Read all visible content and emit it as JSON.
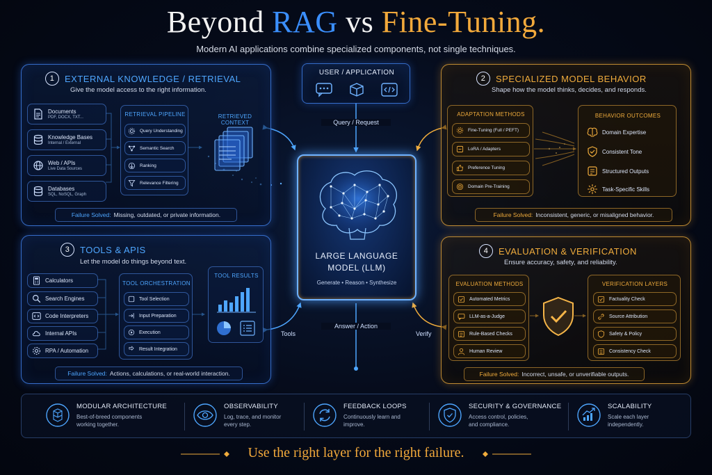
{
  "header": {
    "title_part1": "Beyond ",
    "title_rag": "RAG",
    "title_vs": " vs ",
    "title_ft": "Fine-Tuning.",
    "subtitle": "Modern AI applications combine specialized components, not single techniques."
  },
  "user_app": {
    "title": "USER / APPLICATION",
    "icons": [
      "chat-icon",
      "cube-icon",
      "code-icon"
    ]
  },
  "flows": {
    "query": "Query / Request",
    "answer": "Answer / Action",
    "tools": "Tools",
    "verify": "Verify"
  },
  "llm": {
    "title_line1": "LARGE LANGUAGE",
    "title_line2": "MODEL (LLM)",
    "tagline": "Generate • Reason • Synthesize"
  },
  "panel1": {
    "number": "1",
    "title": "EXTERNAL KNOWLEDGE / RETRIEVAL",
    "desc": "Give the model access to the right information.",
    "sources": [
      {
        "label": "Documents",
        "sub": "PDF, DOCX, TXT...",
        "icon": "document-icon"
      },
      {
        "label": "Knowledge Bases",
        "sub": "Internal / External",
        "icon": "database-icon"
      },
      {
        "label": "Web / APIs",
        "sub": "Live Data Sources",
        "icon": "globe-icon"
      },
      {
        "label": "Databases",
        "sub": "SQL, NoSQL, Graph",
        "icon": "database-icon"
      }
    ],
    "pipeline_title": "RETRIEVAL PIPELINE",
    "pipeline": [
      {
        "label": "Query Understanding",
        "icon": "gear-icon"
      },
      {
        "label": "Semantic Search",
        "icon": "network-icon"
      },
      {
        "label": "Ranking",
        "icon": "ranking-icon"
      },
      {
        "label": "Relevance Filtering",
        "icon": "filter-icon"
      }
    ],
    "context_title": "RETRIEVED CONTEXT",
    "failure_label": "Failure Solved:",
    "failure_text": "Missing, outdated, or private information."
  },
  "panel2": {
    "number": "2",
    "title": "SPECIALIZED MODEL BEHAVIOR",
    "desc": "Shape how the model thinks, decides, and responds.",
    "methods_title": "ADAPTATION METHODS",
    "methods": [
      {
        "label": "Fine-Tuning (Full / PEFT)",
        "icon": "gear-icon"
      },
      {
        "label": "LoRA / Adapters",
        "icon": "adapter-icon"
      },
      {
        "label": "Preference Tuning",
        "icon": "thumb-icon"
      },
      {
        "label": "Domain Pre-Training",
        "icon": "target-icon"
      }
    ],
    "outcomes_title": "BEHAVIOR OUTCOMES",
    "outcomes": [
      {
        "label": "Domain Expertise",
        "icon": "brain-icon"
      },
      {
        "label": "Consistent Tone",
        "icon": "shield-icon"
      },
      {
        "label": "Structured Outputs",
        "icon": "structure-icon"
      },
      {
        "label": "Task-Specific Skills",
        "icon": "skills-icon"
      }
    ],
    "failure_label": "Failure Solved:",
    "failure_text": "Inconsistent, generic, or misaligned behavior."
  },
  "panel3": {
    "number": "3",
    "title": "TOOLS & APIS",
    "desc": "Let the model do things beyond text.",
    "tools": [
      {
        "label": "Calculators",
        "icon": "calculator-icon"
      },
      {
        "label": "Search Engines",
        "icon": "search-icon"
      },
      {
        "label": "Code Interpreters",
        "icon": "code-icon"
      },
      {
        "label": "Internal APIs",
        "icon": "cloud-icon"
      },
      {
        "label": "RPA / Automation",
        "icon": "gear-icon"
      }
    ],
    "orchestration_title": "TOOL ORCHESTRATION",
    "orchestration": [
      "Tool Selection",
      "Input Preparation",
      "Execution",
      "Result Integration"
    ],
    "results_title": "TOOL RESULTS",
    "failure_label": "Failure Solved:",
    "failure_text": "Actions, calculations, or real-world interaction."
  },
  "panel4": {
    "number": "4",
    "title": "EVALUATION & VERIFICATION",
    "desc": "Ensure accuracy, safety, and reliability.",
    "methods_title": "EVALUATION METHODS",
    "methods": [
      {
        "label": "Automated Metrics",
        "icon": "check-icon"
      },
      {
        "label": "LLM-as-a-Judge",
        "icon": "chat-icon"
      },
      {
        "label": "Rule-Based Checks",
        "icon": "rules-icon"
      },
      {
        "label": "Human Review",
        "icon": "person-icon"
      }
    ],
    "layers_title": "VERIFICATION LAYERS",
    "layers": [
      {
        "label": "Factuality Check",
        "icon": "check-icon"
      },
      {
        "label": "Source Attribution",
        "icon": "link-icon"
      },
      {
        "label": "Safety & Policy",
        "icon": "shield-icon"
      },
      {
        "label": "Consistency Check",
        "icon": "list-icon"
      }
    ],
    "failure_label": "Failure Solved:",
    "failure_text": "Incorrect, unsafe, or unverifiable outputs."
  },
  "features": [
    {
      "title": "MODULAR ARCHITECTURE",
      "line1": "Best-of-breed components",
      "line2": "working together.",
      "icon": "cubes-icon"
    },
    {
      "title": "OBSERVABILITY",
      "line1": "Log, trace, and monitor",
      "line2": "every step.",
      "icon": "eye-icon"
    },
    {
      "title": "FEEDBACK LOOPS",
      "line1": "Continuously learn and",
      "line2": "improve.",
      "icon": "refresh-icon"
    },
    {
      "title": "SECURITY & GOVERNANCE",
      "line1": "Access control, policies,",
      "line2": "and compliance.",
      "icon": "shield-icon"
    },
    {
      "title": "SCALABILITY",
      "line1": "Scale each layer",
      "line2": "independently.",
      "icon": "growth-icon"
    }
  ],
  "footer": "Use the right layer for the right failure.",
  "colors": {
    "blue": "#3b8fff",
    "gold": "#f2a93b",
    "background": "#050a18"
  }
}
